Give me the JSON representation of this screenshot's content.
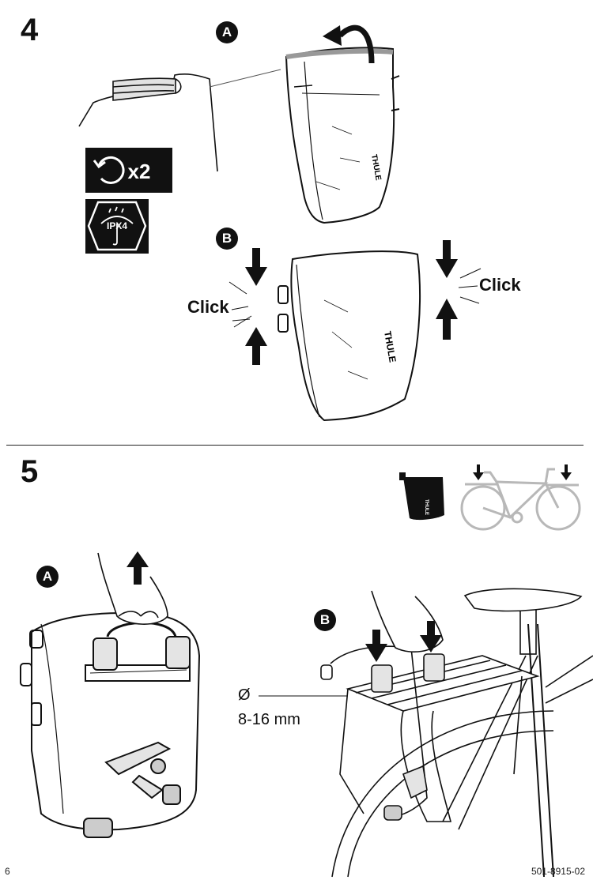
{
  "steps": [
    {
      "number": "4",
      "substeps": [
        {
          "letter": "A"
        },
        {
          "letter": "B"
        }
      ]
    },
    {
      "number": "5",
      "substeps": [
        {
          "letter": "A"
        },
        {
          "letter": "B"
        }
      ]
    }
  ],
  "step4": {
    "fold_badge": {
      "icon": "rotate-icon",
      "text": "x2"
    },
    "ipx_badge": {
      "icon": "umbrella-rain-icon",
      "text": "IPX4"
    },
    "click_left": "Click",
    "click_right": "Click",
    "brand_mark": "THULE"
  },
  "step5": {
    "diameter_symbol": "Ø",
    "diameter_value": "8-16 mm",
    "brand_mark": "THULE"
  },
  "footer": {
    "page_number": "6",
    "doc_code": "501-8915-02"
  },
  "colors": {
    "ink": "#111111",
    "grey_bike": "#b8b8b8",
    "bag_grey": "#d9d9d9"
  }
}
